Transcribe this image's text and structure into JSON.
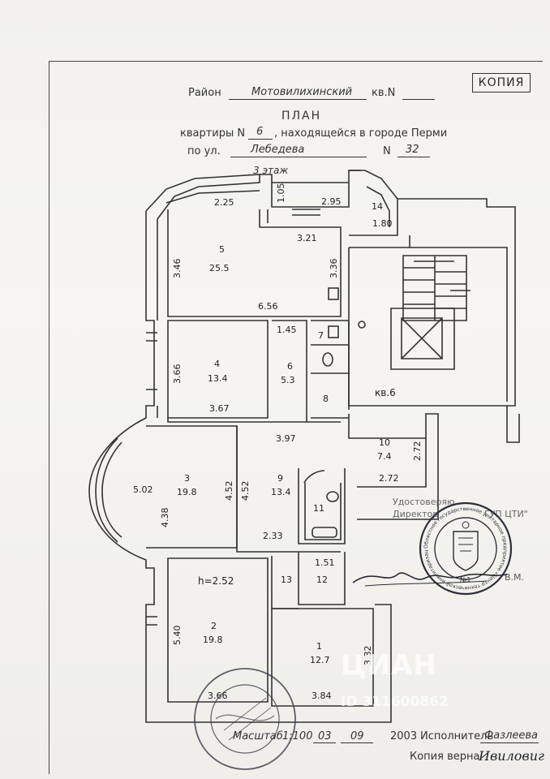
{
  "header": {
    "rayon_label": "Район",
    "rayon_value": "Мотовилихинский",
    "kv_label": "кв.N",
    "kopiya": "КОПИЯ",
    "title": "ПЛАН",
    "line2_a": "квартиры N",
    "line2_num": "6",
    "line2_b": ", находящейся  в  городе  Перми",
    "line3_a": "по ул.",
    "line3_street": "Лебедева",
    "line3_n": "N",
    "line3_house": "32",
    "floor": "3  этаж"
  },
  "rooms": [
    {
      "no": "1",
      "area": "12.7"
    },
    {
      "no": "2",
      "area": "19.8"
    },
    {
      "no": "3",
      "area": "19.8"
    },
    {
      "no": "4",
      "area": "13.4"
    },
    {
      "no": "5",
      "area": "25.5"
    },
    {
      "no": "6",
      "area": "5.3"
    },
    {
      "no": "7",
      "area": ""
    },
    {
      "no": "8",
      "area": ""
    },
    {
      "no": "9",
      "area": "13.4"
    },
    {
      "no": "10",
      "area": "7.4"
    },
    {
      "no": "11",
      "area": ""
    },
    {
      "no": "12",
      "area": ""
    },
    {
      "no": "13",
      "area": ""
    },
    {
      "no": "14",
      "area": ""
    }
  ],
  "dims": {
    "d225": "2.25",
    "d105": "1.05",
    "d295": "2.95",
    "d180": "1.80",
    "d321": "3.21",
    "d346": "3.46",
    "d336": "3.36",
    "d656": "6.56",
    "d145": "1.45",
    "d366": "3.66",
    "d367": "3.67",
    "d397": "3.97",
    "d502": "5.02",
    "d452a": "4.52",
    "d452b": "4.52",
    "d438": "4.38",
    "d272a": "2.72",
    "d272b": "2.72",
    "d233": "2.33",
    "d151": "1.51",
    "h": "h=2.52",
    "d540": "5.40",
    "d366b": "3.66",
    "d384": "3.84",
    "d332": "3.32"
  },
  "kv6": "кв.6",
  "stamp": {
    "udost": "Удостоверяю",
    "direktor": "Директор",
    "bti": "ГУП ЦТИ\"",
    "bm": "В.М.",
    "seal_text": "Областное государственное унитарное предприятие «Центр технической инвентаризации» Пермской области",
    "seal_no": "№1"
  },
  "footer": {
    "masshtab": "Масштаб",
    "scale": "1:100",
    "day": "03",
    "month": "09",
    "year": "2003",
    "ispolnitel": "Исполнитель",
    "ispolnitel_name": "Фазлеева",
    "kopiya_verna": "Копия верна",
    "signature": "Ивиловиг"
  },
  "watermark": {
    "brand": "ЦИАН",
    "id": "ID 311600862"
  }
}
